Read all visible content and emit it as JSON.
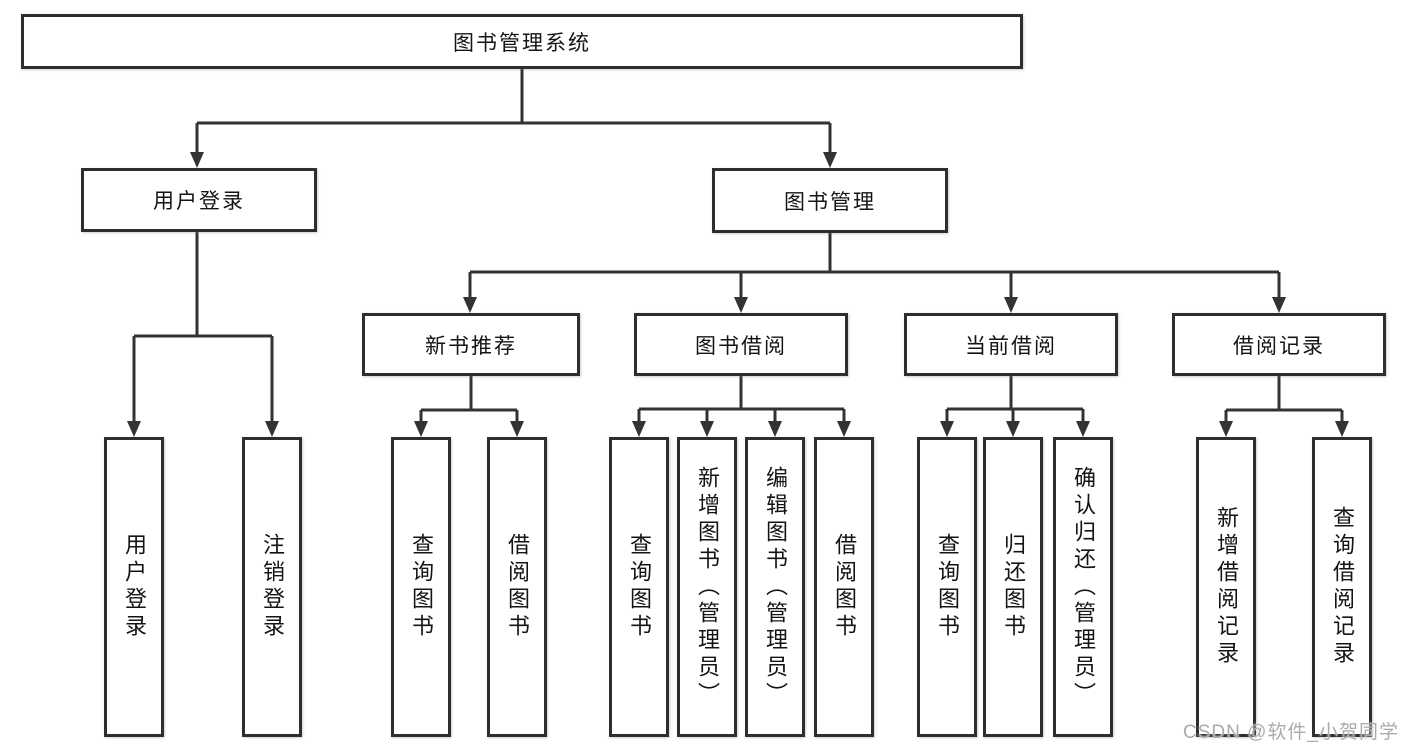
{
  "diagram_title": "图书管理系统",
  "colors": {
    "line": "#333333",
    "border": "#2e2e2e",
    "text": "#141414",
    "background": "#ffffff",
    "watermark": "#ababab"
  },
  "tree": {
    "root": {
      "label": "图书管理系统"
    },
    "children": [
      {
        "label": "用户登录",
        "children": [
          {
            "label": "用户登录"
          },
          {
            "label": "注销登录"
          }
        ]
      },
      {
        "label": "图书管理",
        "children": [
          {
            "label": "新书推荐",
            "children": [
              {
                "label": "查询图书"
              },
              {
                "label": "借阅图书"
              }
            ]
          },
          {
            "label": "图书借阅",
            "children": [
              {
                "label": "查询图书"
              },
              {
                "label": "新增图书（管理员）"
              },
              {
                "label": "编辑图书（管理员）"
              },
              {
                "label": "借阅图书"
              }
            ]
          },
          {
            "label": "当前借阅",
            "children": [
              {
                "label": "查询图书"
              },
              {
                "label": "归还图书"
              },
              {
                "label": "确认归还（管理员）"
              }
            ]
          },
          {
            "label": "借阅记录",
            "children": [
              {
                "label": "新增借阅记录"
              },
              {
                "label": "查询借阅记录"
              }
            ]
          }
        ]
      }
    ]
  },
  "watermark": {
    "text": "CSDN @软件_小贺同学"
  }
}
